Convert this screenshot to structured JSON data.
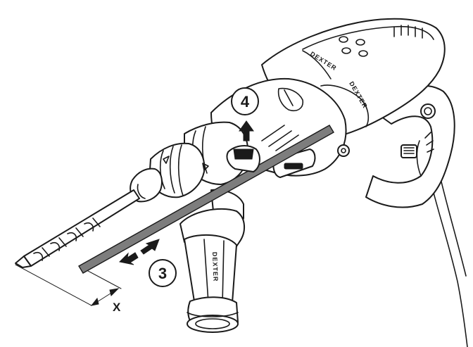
{
  "callouts": {
    "step_3": "3",
    "step_4": "4",
    "dimension_x": "X"
  },
  "brand": {
    "top_text": "DEXTER",
    "handle_text": "DEXTER",
    "collar_text": "DEXTER"
  },
  "colors": {
    "outline": "#1a1a1a",
    "depth_rod": "#7d7d7d",
    "arrow": "#1a1a1a"
  }
}
